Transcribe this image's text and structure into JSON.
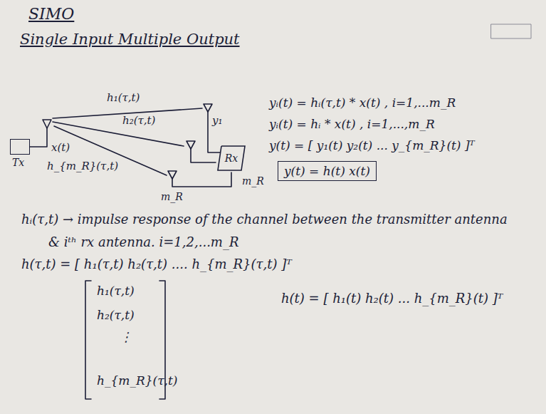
{
  "diagram": {
    "title": "SIMO",
    "nodes": [
      {
        "text": [
          "Tx"
        ]
      },
      {
        "text": [
          "Rx"
        ]
      },
      {
        "text": [
          "y(t) = h(t) x(t)"
        ]
      }
    ],
    "labels": [
      "Single Input Multiple Output",
      "x(t)",
      "h₁(τ,t)",
      "h₂(τ,t)",
      "h_{m_R}(τ,t)",
      "y₁",
      "m_R",
      "m_R",
      "yᵢ(t) = hᵢ(τ,t) * x(t) , i=1,...m_R",
      "yᵢ(t) = hᵢ * x(t) , i=1,...,m_R",
      "y(t) = [ y₁(t) y₂(t) ... y_{m_R}(t) ]ᵀ",
      "hᵢ(τ,t) → impulse response of the channel between the transmitter antenna & iᵗʰ rx antenna. i=1,2,...m_R",
      "h(τ,t) = [ h₁(τ,t) h₂(τ,t) .... h_{m_R}(τ,t) ]ᵀ",
      "h₁(τ,t)",
      "h₂(τ,t)",
      "⋮",
      "h_{m_R}(τ,t)",
      "h(t) = [ h₁(t) h₂(t) ... h_{m_R}(t) ]ᵀ"
    ]
  }
}
